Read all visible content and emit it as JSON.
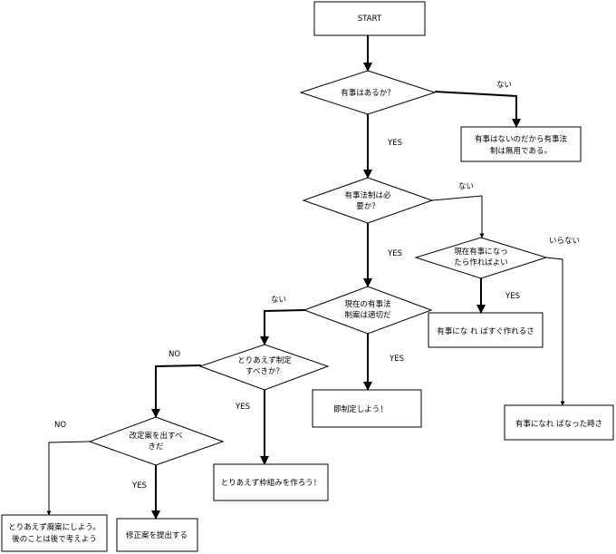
{
  "nodes": {
    "start": "START",
    "q_emergency": "有事はあるか？",
    "r_no_emergency": [
      "有事はないのだから有事法",
      "制は無用である。"
    ],
    "q_law_needed": [
      "有事法制は必",
      "要か？"
    ],
    "q_make_when_needed": [
      "現在有事になっ",
      "たら作ればよい"
    ],
    "r_make_quickly": "有事にな れ ばすぐ作れるさ",
    "r_time_will_tell": "有事になれ ばなった時さ",
    "q_current_draft": [
      "現在の有事法",
      "制案は適切だ"
    ],
    "r_enact_now": "即制定しよう！",
    "q_enact_anyway": [
      "とりあえず制定",
      "すべきか？"
    ],
    "r_make_framework": "とりあえず枠組みを作ろう！",
    "q_submit_revision": [
      "改定案を出すべ",
      "きだ"
    ],
    "r_submit_revision": "修正案を提出する",
    "r_scrap": [
      "とりあえず廃案にしよう。",
      "後のことは後で考えよう"
    ]
  },
  "edge_labels": {
    "yes": "YES",
    "no_jp": "ない",
    "no_en": "NO",
    "not_needed": "いらない"
  }
}
